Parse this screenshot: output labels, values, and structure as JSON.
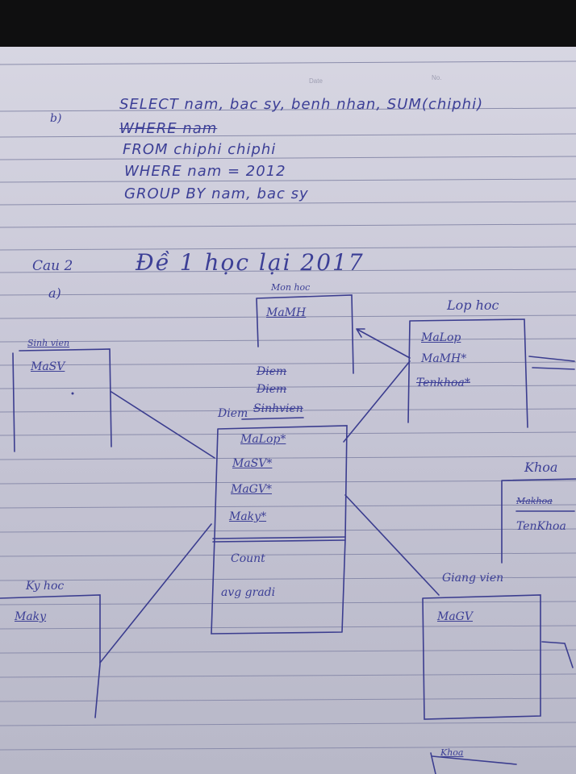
{
  "header": {
    "date_label": "Date",
    "no_label": "No."
  },
  "part_b": {
    "label": "b)",
    "sql_lines": [
      "SELECT nam, bac sy, benh nhan, SUM(chiphi)",
      "WHERE nam",
      "FROM chiphi chiphi",
      "WHERE nam = 2012",
      "GROUP BY nam, bac sy"
    ]
  },
  "question2": {
    "label": "Cau 2",
    "part_a_label": "a)",
    "title": "Đề 1 học lại 2017"
  },
  "entities": {
    "monhoc": {
      "name": "Mon hoc",
      "fields": [
        "MaMH"
      ]
    },
    "lophoc": {
      "name": "Lop hoc",
      "fields": [
        "MaLop",
        "MaMH*",
        "Tenkhoa*"
      ]
    },
    "sinhvien": {
      "name": "Sinh vien",
      "fields": [
        "MaSV"
      ]
    },
    "diem": {
      "crossed": [
        "Diem",
        "Diem"
      ],
      "name": "Diem",
      "crossed_name": "Sinhvien",
      "fields": [
        "MaLop*",
        "MaSV*",
        "MaGV*",
        "Maky*"
      ],
      "attributes": [
        "Count",
        "avg gradi"
      ]
    },
    "khoa": {
      "name": "Khoa",
      "fields": [
        "Makhoa",
        "TenKhoa"
      ]
    },
    "kyhoc": {
      "name": "Ky hoc",
      "fields": [
        "Maky"
      ]
    },
    "giangvien": {
      "name": "Giang vien",
      "fields": [
        "MaGV"
      ]
    },
    "khoa_bottom": {
      "name": "Khoa"
    }
  }
}
